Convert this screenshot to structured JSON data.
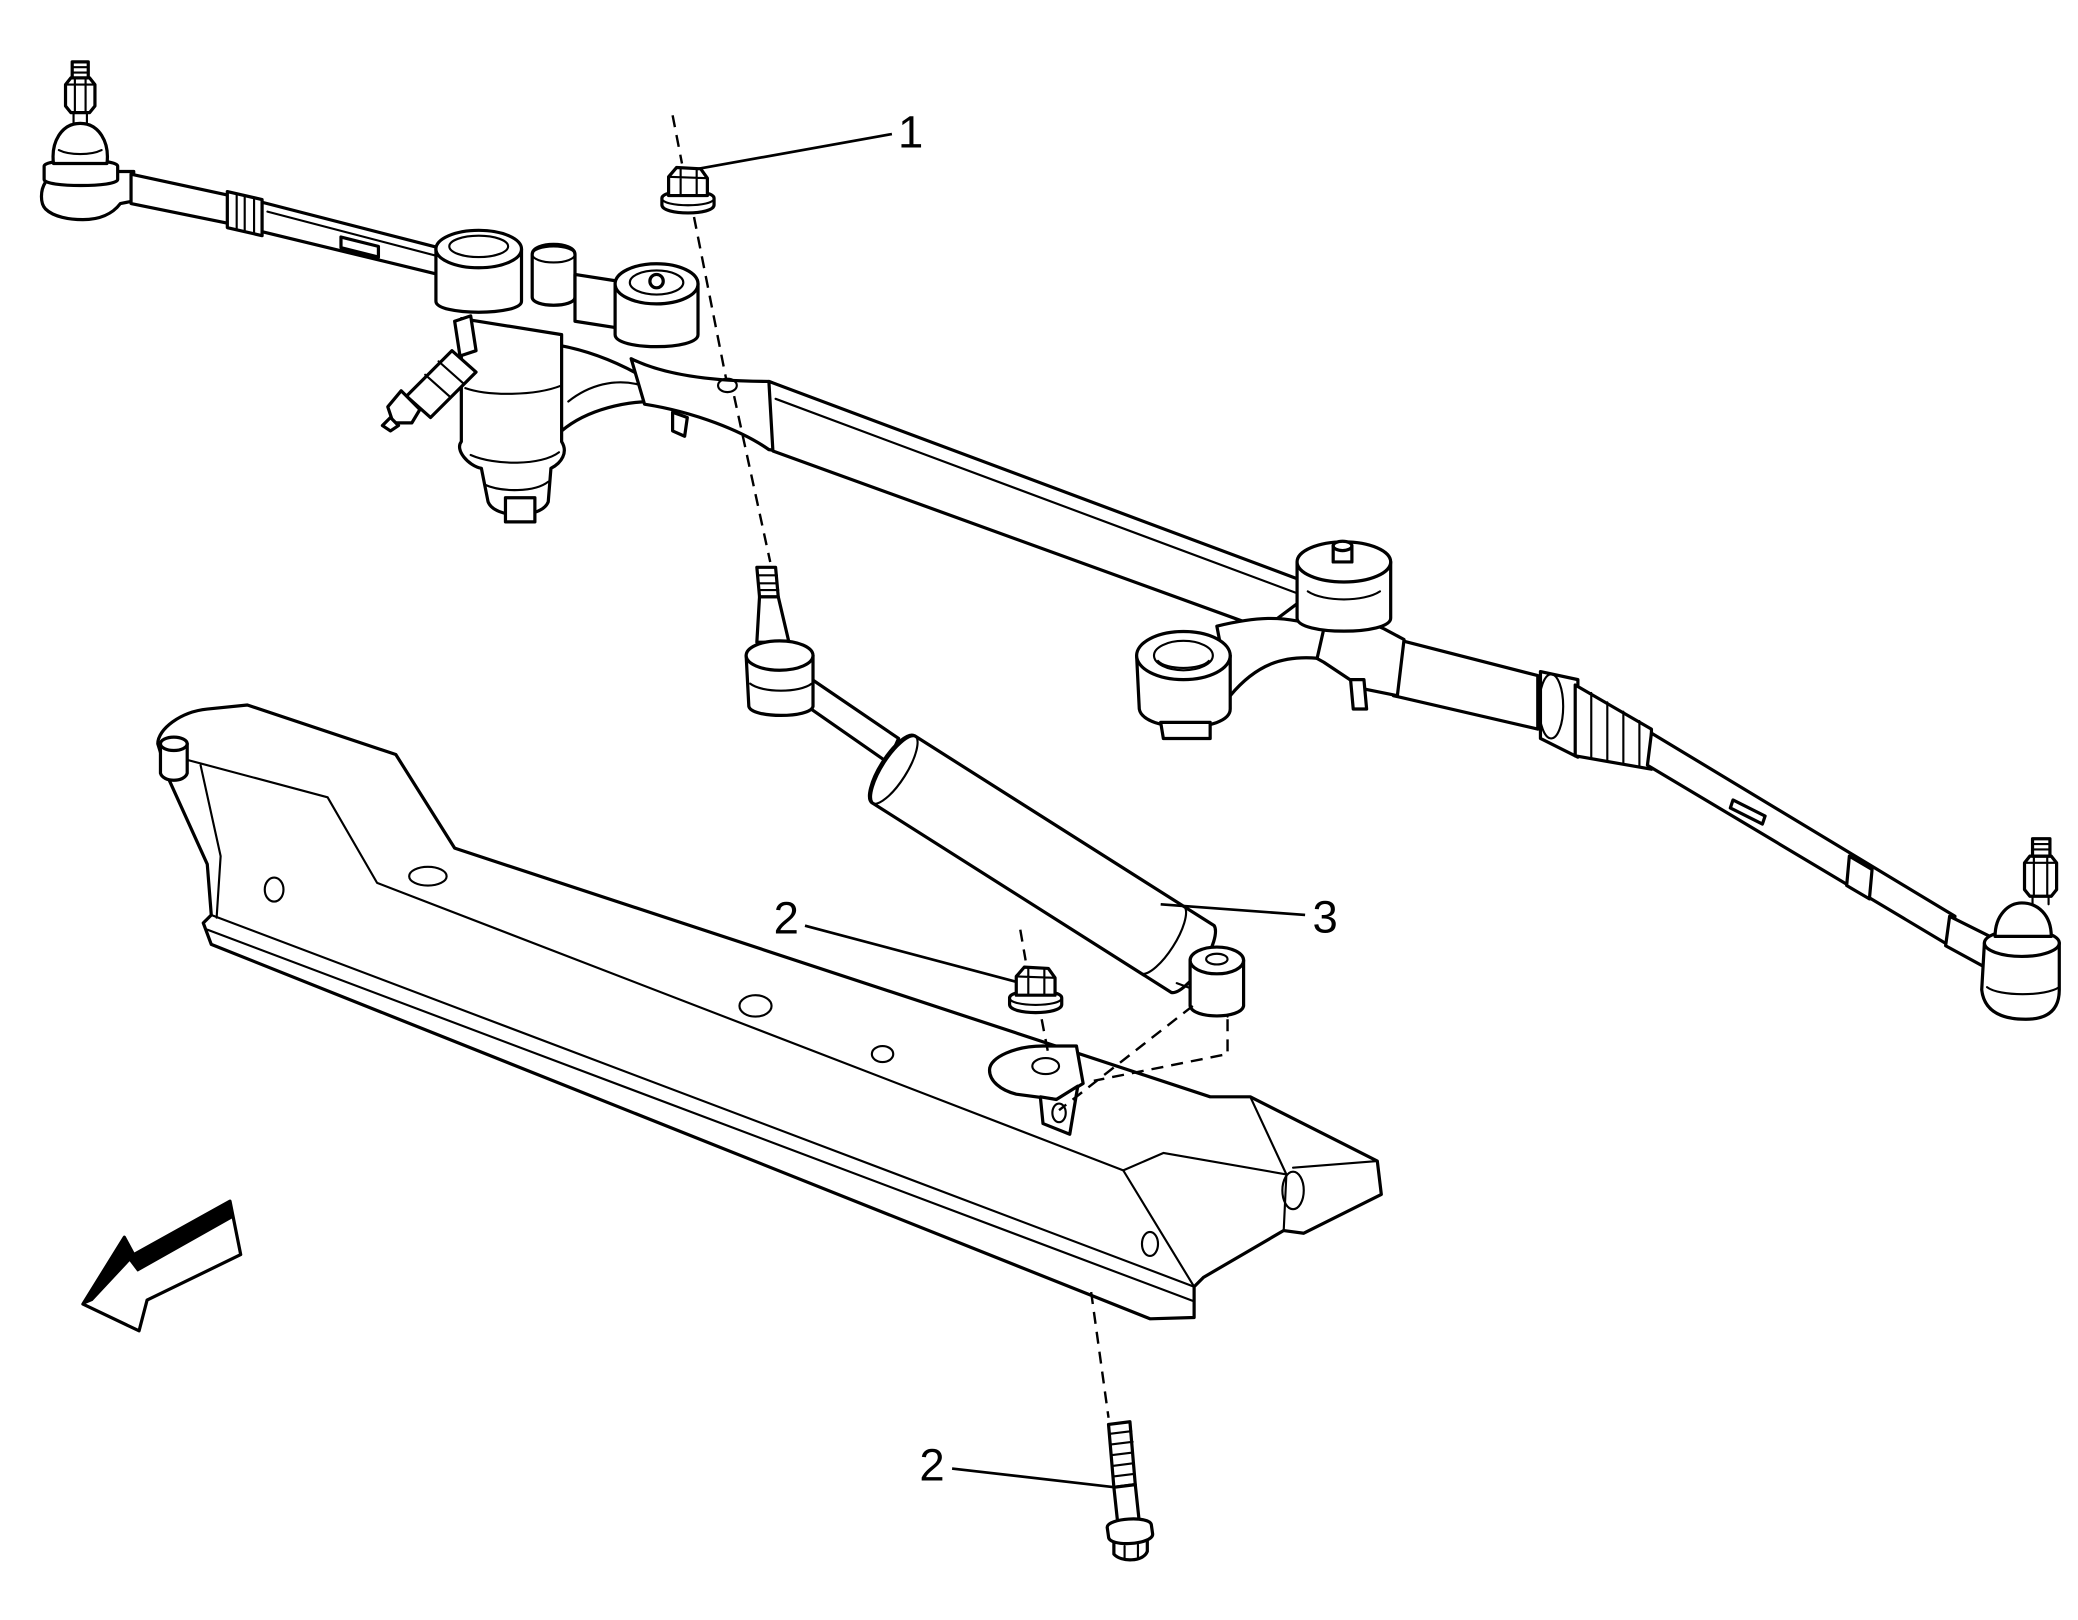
{
  "colors": {
    "ink": "#000000",
    "paper": "#ffffff"
  },
  "callouts": [
    {
      "label": "1"
    },
    {
      "label": "3"
    },
    {
      "label": "2"
    },
    {
      "label": "2"
    }
  ]
}
